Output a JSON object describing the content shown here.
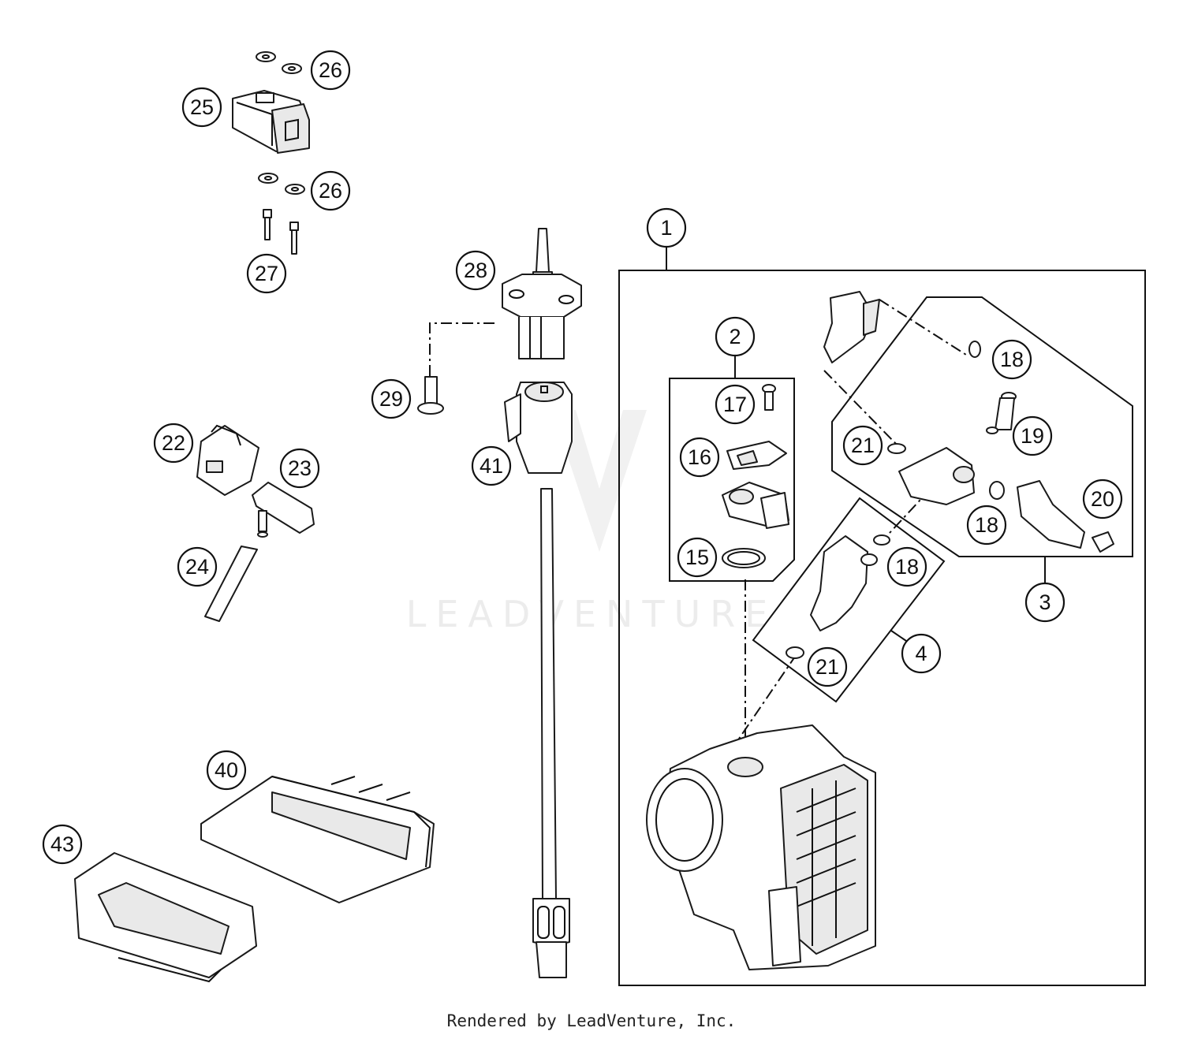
{
  "watermark": "LEADVENTURE",
  "footer": "Rendered by LeadVenture, Inc.",
  "callouts": {
    "c1": "1",
    "c2": "2",
    "c3": "3",
    "c4": "4",
    "c15": "15",
    "c16": "16",
    "c17": "17",
    "c18a": "18",
    "c18b": "18",
    "c18c": "18",
    "c19": "19",
    "c20": "20",
    "c21a": "21",
    "c21b": "21",
    "c22": "22",
    "c23": "23",
    "c24": "24",
    "c25": "25",
    "c26a": "26",
    "c26b": "26",
    "c27": "27",
    "c28": "28",
    "c29": "29",
    "c40": "40",
    "c41": "41",
    "c43": "43"
  }
}
